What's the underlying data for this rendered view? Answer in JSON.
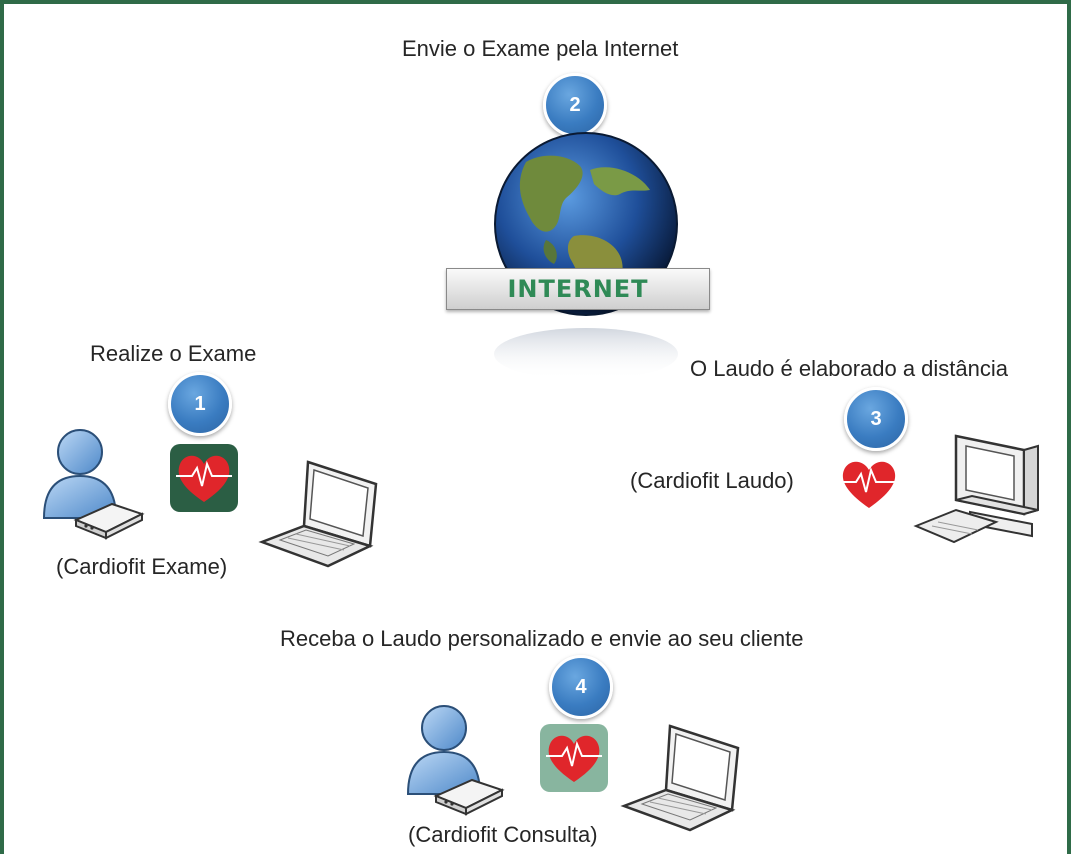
{
  "steps": {
    "step1": {
      "title": "Realize o Exame",
      "number": "1",
      "caption": "(Cardiofit Exame)"
    },
    "step2": {
      "title": "Envie o Exame pela Internet",
      "number": "2",
      "sign": "INTERNET"
    },
    "step3": {
      "title": "O Laudo é elaborado a distância",
      "number": "3",
      "caption": "(Cardiofit Laudo)"
    },
    "step4": {
      "title": "Receba o Laudo personalizado e envie ao seu cliente",
      "number": "4",
      "caption": "(Cardiofit Consulta)"
    }
  },
  "colors": {
    "frame": "#2f6b48",
    "badge": "#3a7cc1",
    "heart": "#e0262b",
    "app_dark": "#2b5e44",
    "app_light": "#88b59f",
    "user": "#7fb0e4"
  },
  "icons": [
    "user-icon",
    "device-icon",
    "heart-app-icon",
    "laptop-icon",
    "globe-icon",
    "desktop-computer-icon",
    "heart-icon"
  ]
}
